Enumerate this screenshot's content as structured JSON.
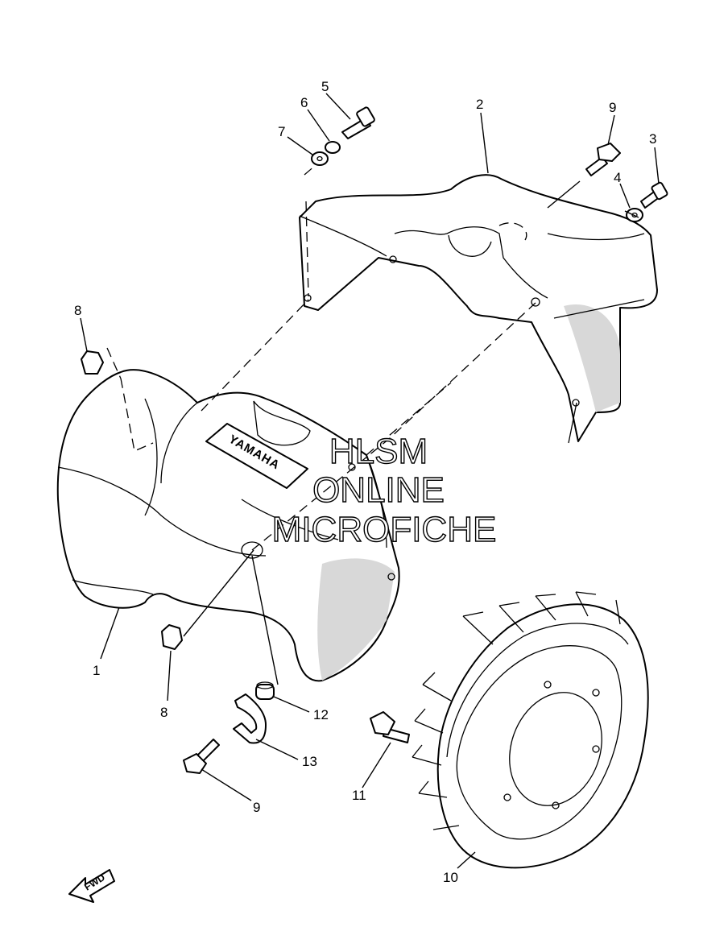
{
  "callouts": [
    {
      "id": "c1",
      "label": "1"
    },
    {
      "id": "c2",
      "label": "2"
    },
    {
      "id": "c3",
      "label": "3"
    },
    {
      "id": "c4",
      "label": "4"
    },
    {
      "id": "c5",
      "label": "5"
    },
    {
      "id": "c6",
      "label": "6"
    },
    {
      "id": "c7",
      "label": "7"
    },
    {
      "id": "c8a",
      "label": "8"
    },
    {
      "id": "c8b",
      "label": "8"
    },
    {
      "id": "c9a",
      "label": "9"
    },
    {
      "id": "c9b",
      "label": "9"
    },
    {
      "id": "c10",
      "label": "10"
    },
    {
      "id": "c11",
      "label": "11"
    },
    {
      "id": "c12",
      "label": "12"
    },
    {
      "id": "c13",
      "label": "13"
    }
  ],
  "logo": "YAMAHA",
  "fwd": "FWD",
  "watermark": {
    "line1": "HLSM",
    "line2": "ONLINE",
    "line3": "MICROFICHE"
  }
}
